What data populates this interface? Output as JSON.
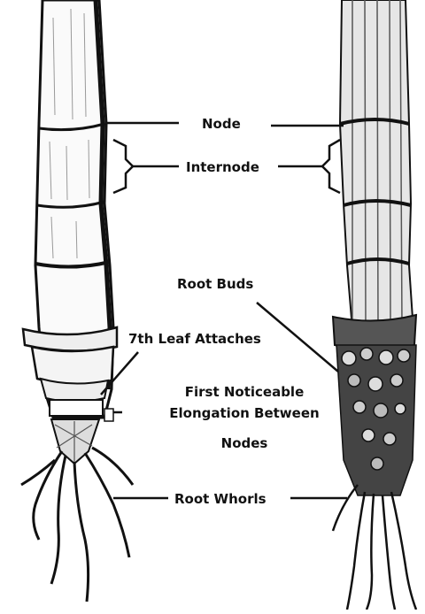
{
  "labels": {
    "node": "Node",
    "internode": "Internode",
    "root_buds": "Root Buds",
    "seventh_leaf": "7th Leaf Attaches",
    "first_elongation_line1": "First Noticeable",
    "first_elongation_line2": "Elongation Between",
    "first_elongation_line3": "Nodes",
    "root_whorls": "Root Whorls"
  },
  "colors": {
    "ink": "#111111",
    "stalk_left": "#fafafa",
    "stalk_right": "#e6e6e6",
    "shade": "#444444"
  }
}
